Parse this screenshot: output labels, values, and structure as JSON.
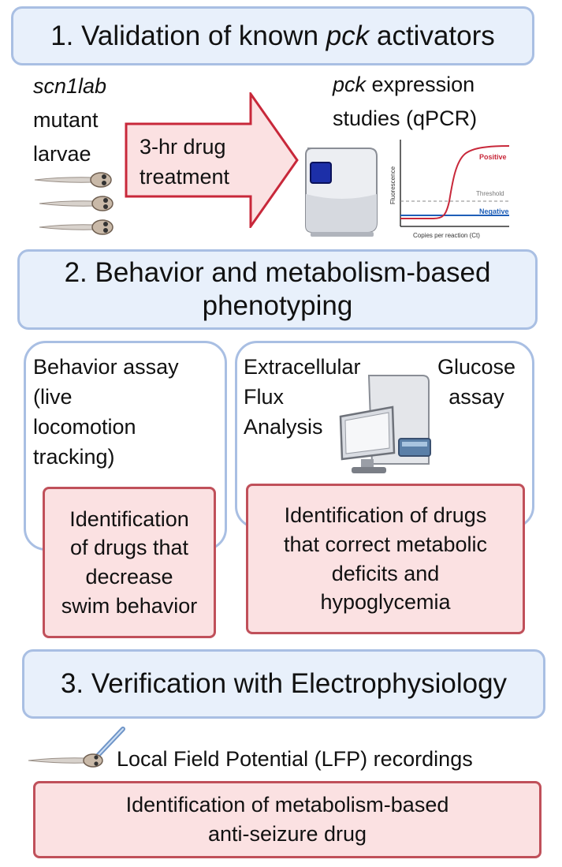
{
  "step1": {
    "prefix": "1. Validation of known ",
    "gene": "pck",
    "suffix": " activators"
  },
  "larvae_label": {
    "line1": "scn1lab",
    "line2": "mutant",
    "line3": "larvae"
  },
  "arrow_label": "3-hr drug\ntreatment",
  "expression_label": {
    "gene": "pck",
    "line1_rest": " expression",
    "line2": "studies (qPCR)"
  },
  "qpcr_chart": {
    "ylabel": "Fluorescence",
    "xlabel": "Copies per reaction (Ct)",
    "positive": "Positive",
    "threshold": "Threshold",
    "negative": "Negative"
  },
  "step2": {
    "text": "2. Behavior and metabolism-based\nphenotyping"
  },
  "behavior_label": "Behavior assay\n(live\nlocomotion\ntracking)",
  "flux_label": "Extracellular\nFlux\nAnalysis",
  "glucose_label": "Glucose\nassay",
  "result_behavior": "Identification\nof drugs that\ndecrease\nswim behavior",
  "result_metabolic": "Identification of drugs\nthat correct metabolic\ndeficits and\nhypoglycemia",
  "step3": {
    "text": "3. Verification with Electrophysiology"
  },
  "lfp_label": "Local Field Potential (LFP) recordings",
  "result_final": "Identification of metabolism-based\nanti-seizure drug",
  "colors": {
    "step_fill": "#e8f0fb",
    "step_border": "#a9bfe3",
    "result_fill": "#fbe1e2",
    "result_border": "#c0505a",
    "arrow_fill": "#fbe1e2",
    "arrow_border": "#c8283a",
    "positive_curve": "#c8283a",
    "negative_line": "#1f5fb8"
  }
}
